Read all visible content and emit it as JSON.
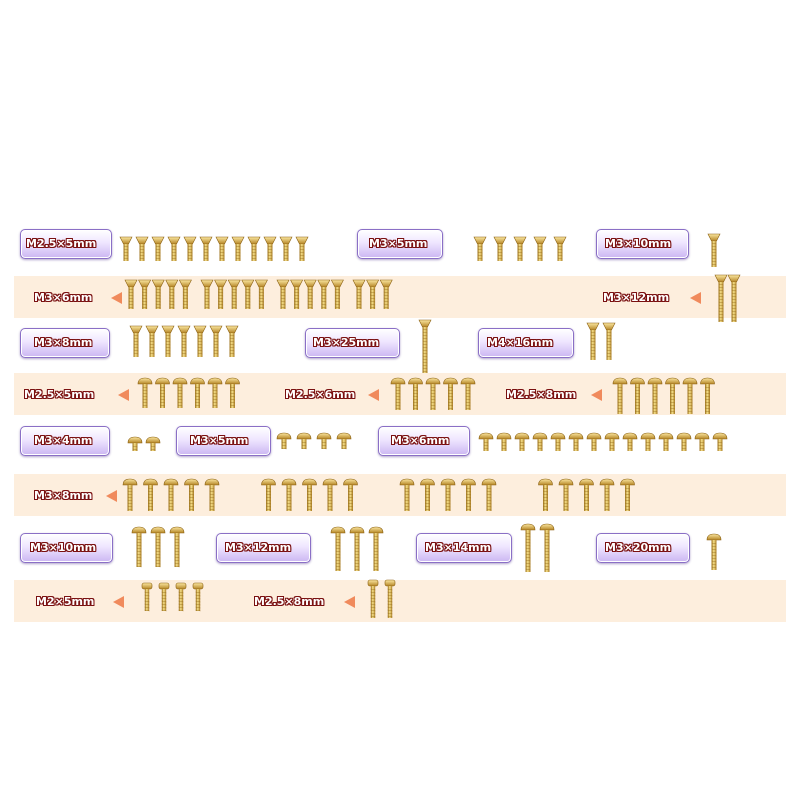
{
  "rows": [
    {
      "id": "r1",
      "band": false,
      "items": [
        {
          "label": "M2.5×5mm",
          "head": "flat",
          "count": 12
        },
        {
          "label": "M3×5mm",
          "head": "flat",
          "count": 5
        },
        {
          "label": "M3×10mm",
          "head": "flat",
          "count": 1
        }
      ]
    },
    {
      "id": "r2",
      "band": true,
      "items": [
        {
          "label": "M3×6mm",
          "head": "flat",
          "count": 18
        },
        {
          "label": "M3×12mm",
          "head": "flat",
          "count": 2
        }
      ]
    },
    {
      "id": "r3",
      "band": false,
      "items": [
        {
          "label": "M3×8mm",
          "head": "flat",
          "count": 7
        },
        {
          "label": "M3×25mm",
          "head": "flat",
          "count": 1
        },
        {
          "label": "M4×16mm",
          "head": "flat",
          "count": 2
        }
      ]
    },
    {
      "id": "r4",
      "band": true,
      "items": [
        {
          "label": "M2.5×5mm",
          "head": "button",
          "count": 6
        },
        {
          "label": "M2.5×6mm",
          "head": "button",
          "count": 5
        },
        {
          "label": "M2.5×8mm",
          "head": "button",
          "count": 6
        }
      ]
    },
    {
      "id": "r5",
      "band": false,
      "items": [
        {
          "label": "M3×4mm",
          "head": "button",
          "count": 2
        },
        {
          "label": "M3×5mm",
          "head": "button",
          "count": 4
        },
        {
          "label": "M3×6mm",
          "head": "button",
          "count": 14
        }
      ]
    },
    {
      "id": "r6",
      "band": true,
      "items": [
        {
          "label": "M3×8mm",
          "head": "button",
          "count": 20
        }
      ]
    },
    {
      "id": "r7",
      "band": false,
      "items": [
        {
          "label": "M3×10mm",
          "head": "button",
          "count": 3
        },
        {
          "label": "M3×12mm",
          "head": "button",
          "count": 3
        },
        {
          "label": "M3×14mm",
          "head": "button",
          "count": 2
        },
        {
          "label": "M3×20mm",
          "head": "button",
          "count": 1
        }
      ]
    },
    {
      "id": "r8",
      "band": true,
      "items": [
        {
          "label": "M2×5mm",
          "head": "cap",
          "count": 4
        },
        {
          "label": "M2.5×8mm",
          "head": "cap",
          "count": 2
        }
      ]
    }
  ],
  "colors": {
    "band": "#fdeedd",
    "arrow": "#f08a5c",
    "gold": "#d7a93c",
    "label_outline": "#7a1010",
    "tag_border": "#8a6fc6"
  }
}
